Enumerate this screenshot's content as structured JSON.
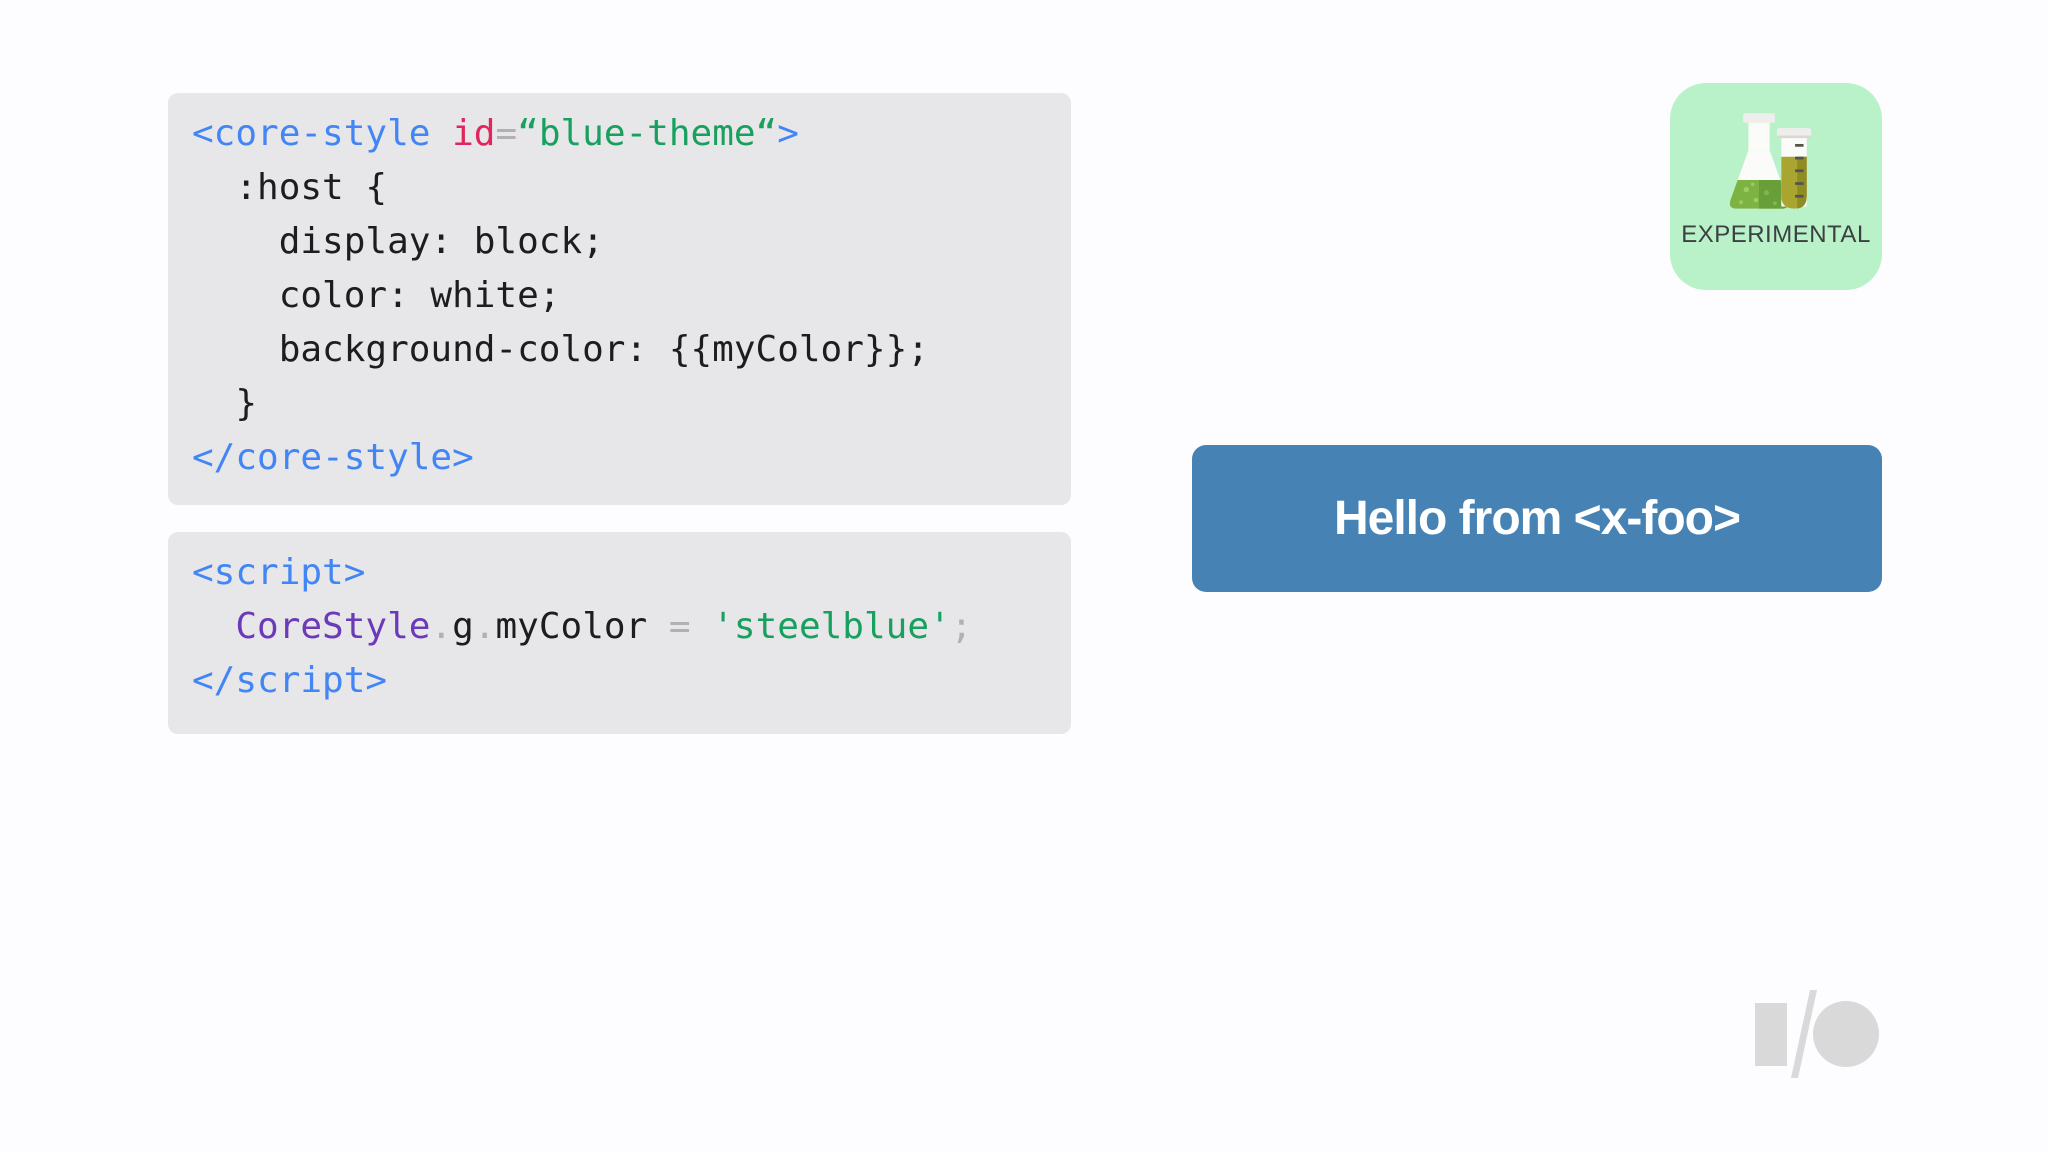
{
  "slide": {
    "background": "#fdfcfe"
  },
  "colors": {
    "code_bg": "#e7e6e9",
    "blue": "#4285f4",
    "pink": "#e0265d",
    "green": "#17a05e",
    "purple": "#6b3ab8",
    "gray": "#b2b0b4",
    "black": "#1d1d1f",
    "button_bg": "#4682b4",
    "button_text": "#ffffff",
    "badge_bg": "#b9f2c9",
    "badge_text": "#3c4043",
    "logo_gray": "#d9d9d9"
  },
  "code_blocks": [
    {
      "name": "core-style-markup",
      "lines": [
        {
          "tokens": [
            {
              "text": "<core-style ",
              "color": "blue"
            },
            {
              "text": "id",
              "color": "pink"
            },
            {
              "text": "=",
              "color": "gray"
            },
            {
              "text": "“blue-theme“",
              "color": "green"
            },
            {
              "text": ">",
              "color": "blue"
            }
          ]
        },
        {
          "tokens": [
            {
              "text": "  :host {",
              "color": "black"
            }
          ]
        },
        {
          "tokens": [
            {
              "text": "    display: block;",
              "color": "black"
            }
          ]
        },
        {
          "tokens": [
            {
              "text": "    color: white;",
              "color": "black"
            }
          ]
        },
        {
          "tokens": [
            {
              "text": "    background-color: {{myColor}};",
              "color": "black"
            }
          ]
        },
        {
          "tokens": [
            {
              "text": "  }",
              "color": "black"
            }
          ]
        },
        {
          "tokens": [
            {
              "text": "</core-style>",
              "color": "blue"
            }
          ]
        }
      ]
    },
    {
      "name": "script-markup",
      "lines": [
        {
          "tokens": [
            {
              "text": "<script>",
              "color": "blue"
            }
          ]
        },
        {
          "tokens": [
            {
              "text": "  ",
              "color": "black"
            },
            {
              "text": "CoreStyle",
              "color": "purple"
            },
            {
              "text": ".",
              "color": "gray"
            },
            {
              "text": "g",
              "color": "black"
            },
            {
              "text": ".",
              "color": "gray"
            },
            {
              "text": "myColor ",
              "color": "black"
            },
            {
              "text": "= ",
              "color": "gray"
            },
            {
              "text": "'steelblue'",
              "color": "green"
            },
            {
              "text": ";",
              "color": "gray"
            }
          ]
        },
        {
          "tokens": [
            {
              "text": "</script>",
              "color": "blue"
            }
          ]
        }
      ]
    }
  ],
  "badge": {
    "label": "EXPERIMENTAL"
  },
  "demo_button": {
    "label": "Hello from <x-foo>"
  },
  "logo": {
    "name": "google-io-logo"
  }
}
